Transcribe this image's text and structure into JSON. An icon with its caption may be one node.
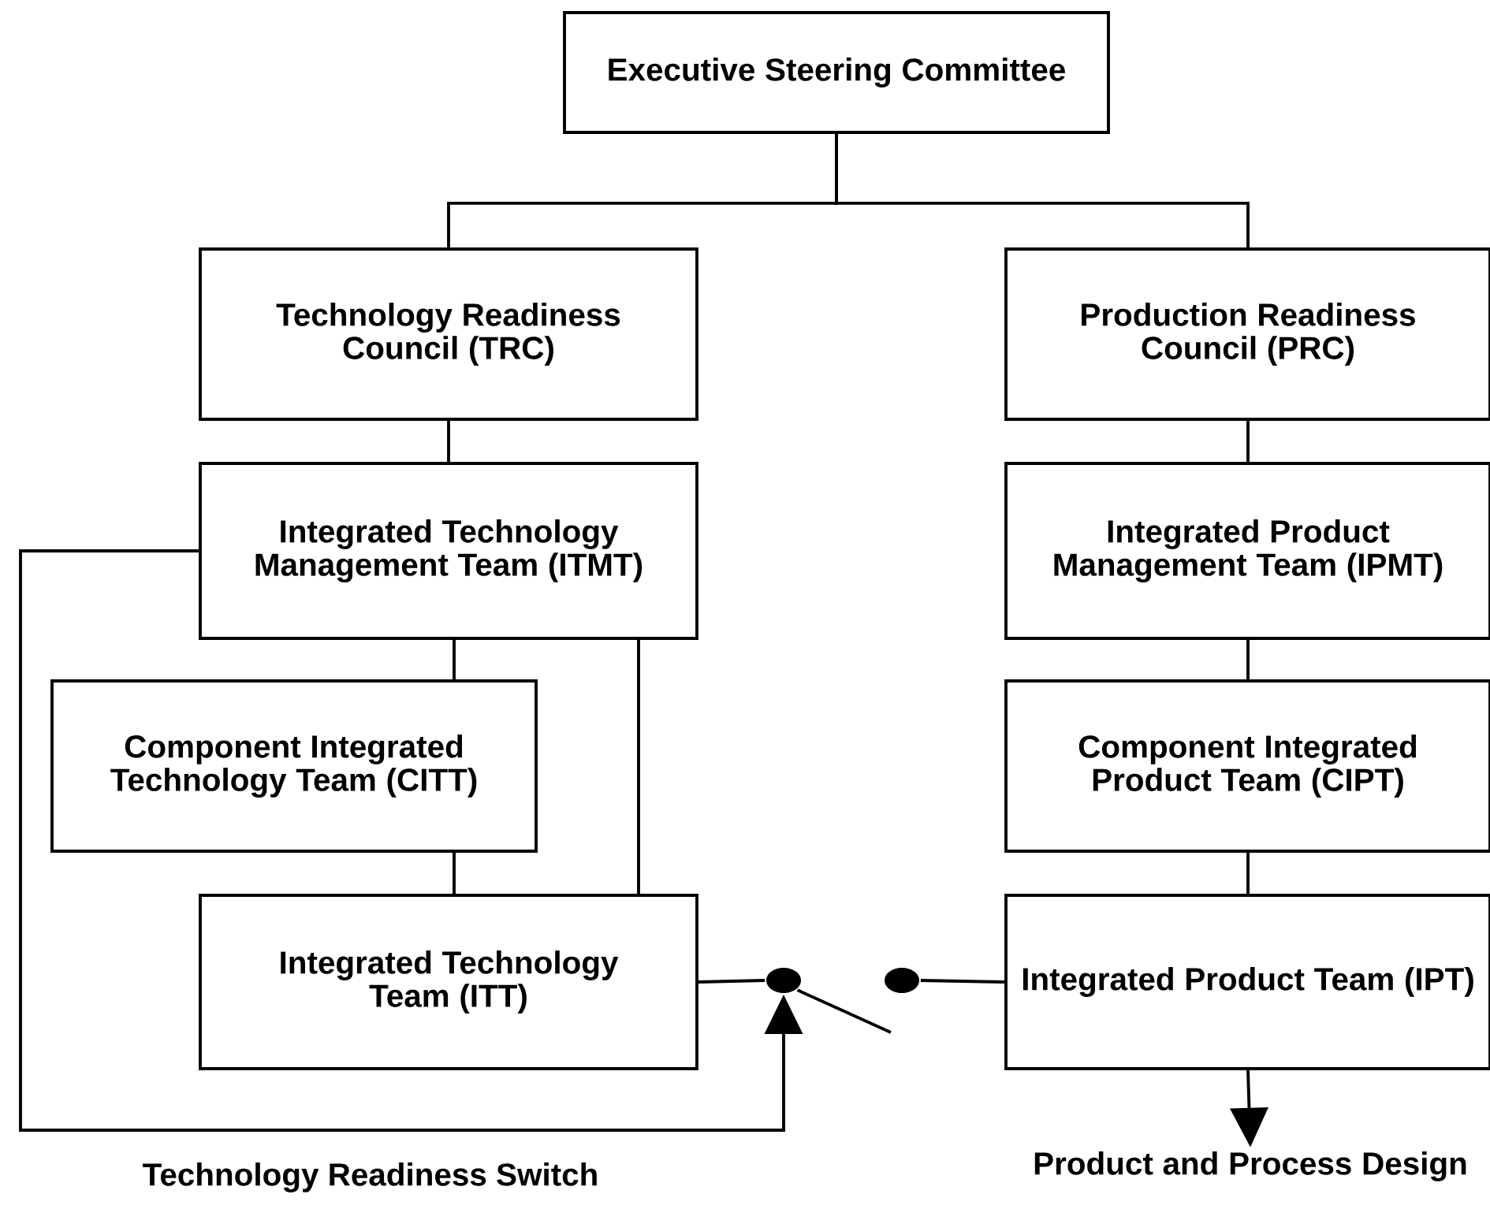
{
  "diagram": {
    "nodes": [
      {
        "text": [
          "Executive Steering Committee"
        ]
      },
      {
        "text": [
          "Technology Readiness Council (TRC)"
        ]
      },
      {
        "text": [
          "Production Readiness Council (PRC)"
        ]
      },
      {
        "text": [
          "Integrated Technology Management Team (ITMT)"
        ]
      },
      {
        "text": [
          "Integrated Product Management Team (IPMT)"
        ]
      },
      {
        "text": [
          "Component Integrated Technology Team (CITT)"
        ]
      },
      {
        "text": [
          "Component Integrated Product Team (CIPT)"
        ]
      },
      {
        "text": [
          "Integrated Technology Team (ITT)"
        ]
      },
      {
        "text": [
          "Integrated Product Team (IPT)"
        ]
      },
      {
        "text": [],
        "shape": "circle"
      },
      {
        "text": [],
        "shape": "circle"
      },
      {
        "text": [
          "Product and Process Design"
        ]
      }
    ],
    "edges": [
      {
        "from": 0,
        "to": 1,
        "arrow": "none"
      },
      {
        "from": 0,
        "to": 2,
        "arrow": "none"
      },
      {
        "from": 1,
        "to": 3,
        "arrow": "none"
      },
      {
        "from": 2,
        "to": 4,
        "arrow": "none"
      },
      {
        "from": 3,
        "to": 5,
        "arrow": "none"
      },
      {
        "from": 3,
        "to": 7,
        "arrow": "none"
      },
      {
        "from": 5,
        "to": 7,
        "arrow": "none"
      },
      {
        "from": 4,
        "to": 6,
        "arrow": "none"
      },
      {
        "from": 6,
        "to": 8,
        "arrow": "none"
      },
      {
        "from": 7,
        "to": 9,
        "arrow": "none"
      },
      {
        "from": 10,
        "to": 8,
        "arrow": "none"
      },
      {
        "from": 9,
        "to": null,
        "arrow": "none"
      },
      {
        "from": 3,
        "to": 9,
        "arrow": "to"
      },
      {
        "from": 8,
        "to": 11,
        "arrow": "to"
      }
    ],
    "labels": [
      "Technology Readiness Switch"
    ]
  }
}
